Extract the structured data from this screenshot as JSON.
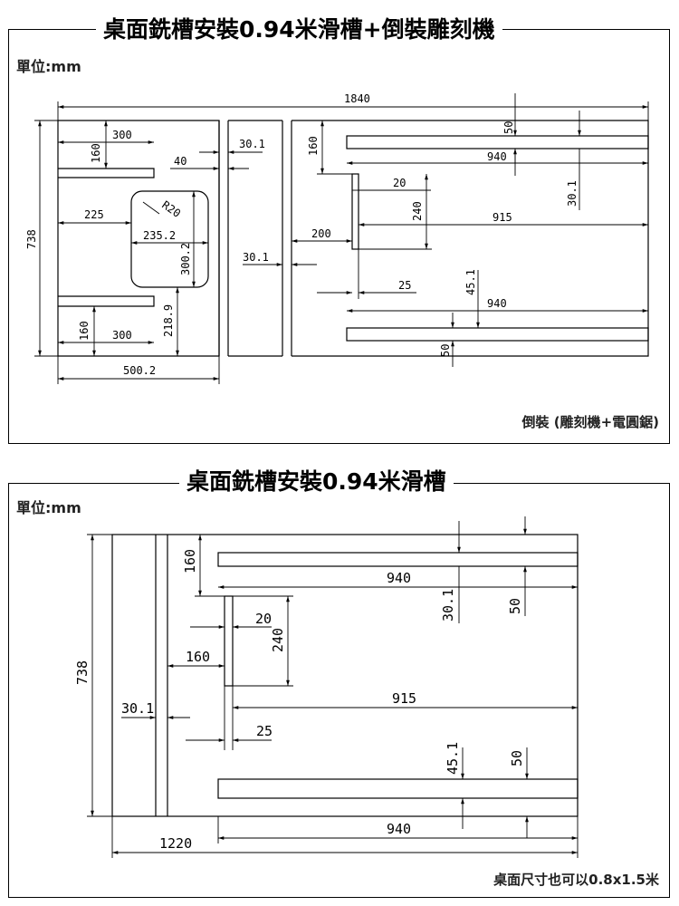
{
  "diagram1": {
    "title": "桌面銑槽安裝0.94米滑槽+倒裝雕刻機",
    "unit_label": "單位:mm",
    "note": "倒裝 (雕刻機+電圓鋸)",
    "dims": {
      "overall_width": "1840",
      "overall_height": "738",
      "left_width": "500.2",
      "arm_top_length": "300",
      "arm_top_offset": "160",
      "arm_bottom_length": "300",
      "arm_bottom_offset": "160",
      "cut_radius": "R20",
      "cut_width": "235.2",
      "cut_height": "300.2",
      "cut_left_offset": "225",
      "cut_bottom_offset": "218.9",
      "slot_gap": "40",
      "slot_width_upper": "30.1",
      "slot_width_lower": "30.1",
      "slot_offset": "160",
      "slot_to_plate": "200",
      "rail_top_width": "50",
      "rail_top_length": "940",
      "rail_top_offset": "30.1",
      "plate_width": "20",
      "plate_height": "240",
      "plate_to_edge": "915",
      "plate_offset": "25",
      "rail_bottom_offset": "45.1",
      "rail_bottom_length": "940",
      "rail_bottom_width": "50"
    }
  },
  "diagram2": {
    "title": "桌面銑槽安裝0.94米滑槽",
    "unit_label": "單位:mm",
    "note": "桌面尺寸也可以0.8x1.5米",
    "dims": {
      "overall_height": "738",
      "overall_width": "1220",
      "slot_width": "30.1",
      "slot_offset_top": "160",
      "slot_offset_side": "160",
      "rail_top_length": "940",
      "rail_top_offset": "30.1",
      "rail_top_width": "50",
      "plate_width": "20",
      "plate_height": "240",
      "plate_to_edge": "915",
      "plate_offset": "25",
      "rail_bottom_offset": "45.1",
      "rail_bottom_width": "50",
      "rail_bottom_length": "940"
    }
  }
}
